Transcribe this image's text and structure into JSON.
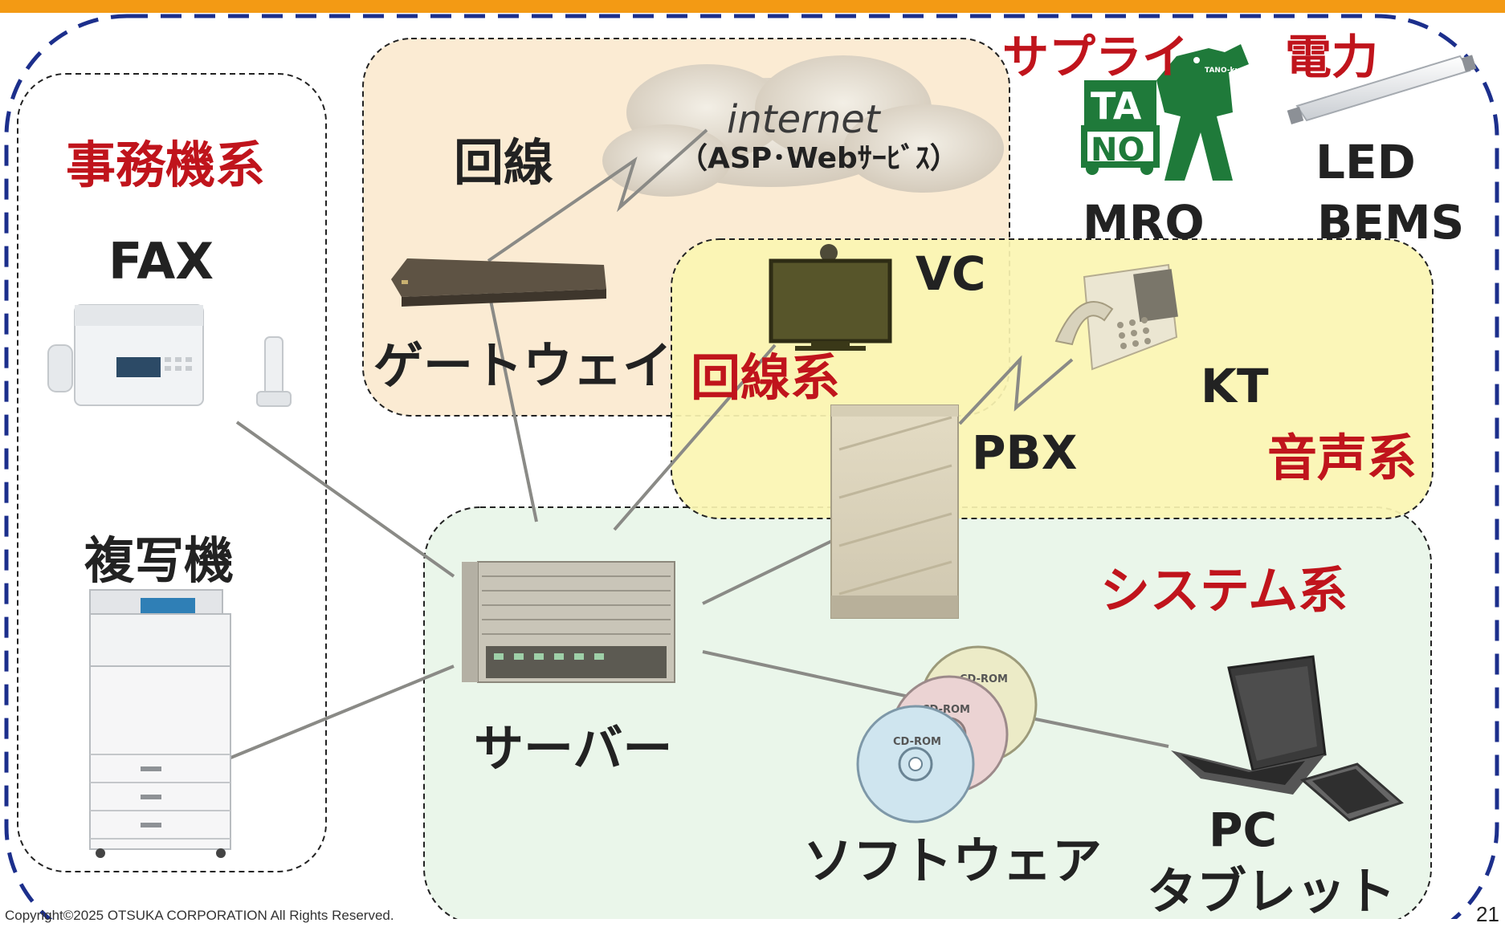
{
  "groups": {
    "office": "事務機系",
    "line_group": "回線系",
    "voice": "音声系",
    "system": "システム系"
  },
  "labels": {
    "line": "回線",
    "internet_title": "internet",
    "internet_sub": "（ASP･Webｻｰﾋﾞｽ）",
    "supply": "サプライ",
    "mro": "MRO",
    "power": "電力",
    "led": "LED",
    "bems": "BEMS",
    "fax": "FAX",
    "copier": "複写機",
    "gateway": "ゲートウェイ",
    "vc": "VC",
    "kt": "KT",
    "pbx": "PBX",
    "server": "サーバー",
    "software": "ソフトウェア",
    "pc": "PC",
    "tablet": "タブレット"
  },
  "media": {
    "cd_label": "CD-ROM",
    "logo_text_1": "TA",
    "logo_text_2": "NO",
    "logo_kun": "TANO-kun"
  },
  "footer": {
    "copyright": "Copyright©2025 OTSUKA CORPORATION All Rights Reserved.",
    "page": "21"
  },
  "colors": {
    "accent_bar": "#f39a14",
    "group_label_red": "#c0141c",
    "outer_border": "#1c2f8c",
    "line_zone": "#fbebd3",
    "voice_zone": "#fbf5b2",
    "system_zone": "#eaf6ea"
  }
}
